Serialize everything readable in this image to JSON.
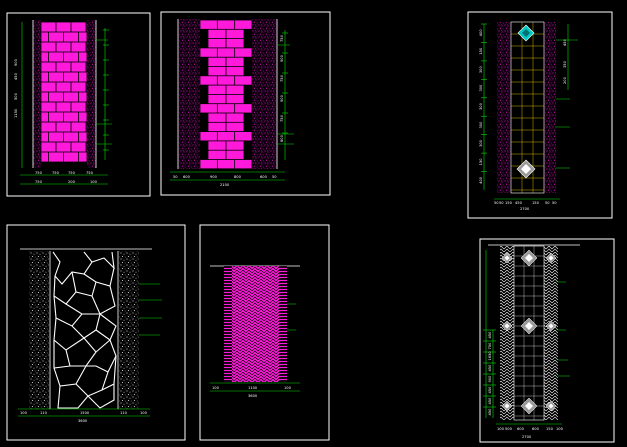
{
  "colors": {
    "background": "#000000",
    "frame": "#ffffff",
    "brick": "#ff1adb",
    "gravel_dots": "#ff1adb",
    "dimension": "#00e000",
    "text": "#ffffff",
    "tile_edge": "#00ffff",
    "diamond_fill": "#9a9a9a"
  },
  "panels": {
    "p1": {
      "widths": [
        "100",
        "750",
        "750",
        "750",
        "200",
        "750",
        "750"
      ],
      "heights": [
        "450",
        "500",
        "1150",
        "900"
      ]
    },
    "p2": {
      "widths": [
        "50",
        "600",
        "900",
        "800",
        "600",
        "600",
        "1500",
        "2100",
        "50"
      ],
      "heights": [
        "750",
        "900",
        "750",
        "900",
        "750",
        "800"
      ]
    },
    "p3": {
      "heights": [
        "400",
        "150",
        "300",
        "300",
        "300",
        "300",
        "300",
        "150",
        "400"
      ],
      "widths": [
        "50",
        "50",
        "150",
        "450",
        "150",
        "50",
        "50"
      ],
      "total": "2700",
      "side": [
        "450",
        "350",
        "200"
      ]
    },
    "p4": {
      "widths": [
        "100",
        "110",
        "1500",
        "110",
        "100"
      ],
      "total": "3600"
    },
    "p5": {
      "widths": [
        "100",
        "1100",
        "100"
      ],
      "total": "3600"
    },
    "p6": {
      "heights": [
        "450",
        "750",
        "1650",
        "450",
        "900",
        "450",
        "450",
        "450"
      ],
      "widths": [
        "100",
        "500",
        "600",
        "600",
        "150",
        "100"
      ],
      "total": "2700"
    }
  }
}
